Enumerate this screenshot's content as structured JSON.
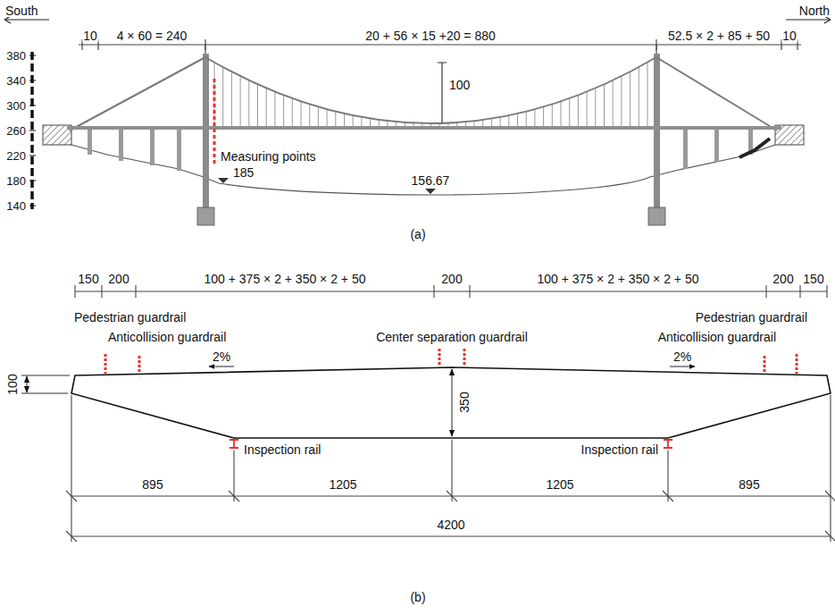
{
  "diagram": {
    "labels": [
      "South",
      "North",
      "10",
      "4 × 60 = 240",
      "20 + 56 × 15 +20 = 880",
      "52.5 × 2 + 85 + 50",
      "10",
      "380",
      "340",
      "300",
      "260",
      "220",
      "180",
      "140",
      "100",
      "Measuring points",
      "185",
      "156.67",
      "(a)",
      "150",
      "200",
      "100 + 375 × 2 + 350 × 2 + 50",
      "200",
      "100 + 375 × 2 + 350 × 2 + 50",
      "200",
      "150",
      "Pedestrian guardrail",
      "Anticollision guardrail",
      "Center separation guardrail",
      "Pedestrian guardrail",
      "Anticollision guardrail",
      "100",
      "2%",
      "350",
      "2%",
      "Inspection rail",
      "Inspection rail",
      "895",
      "1205",
      "1205",
      "895",
      "4200",
      "(b)"
    ]
  }
}
